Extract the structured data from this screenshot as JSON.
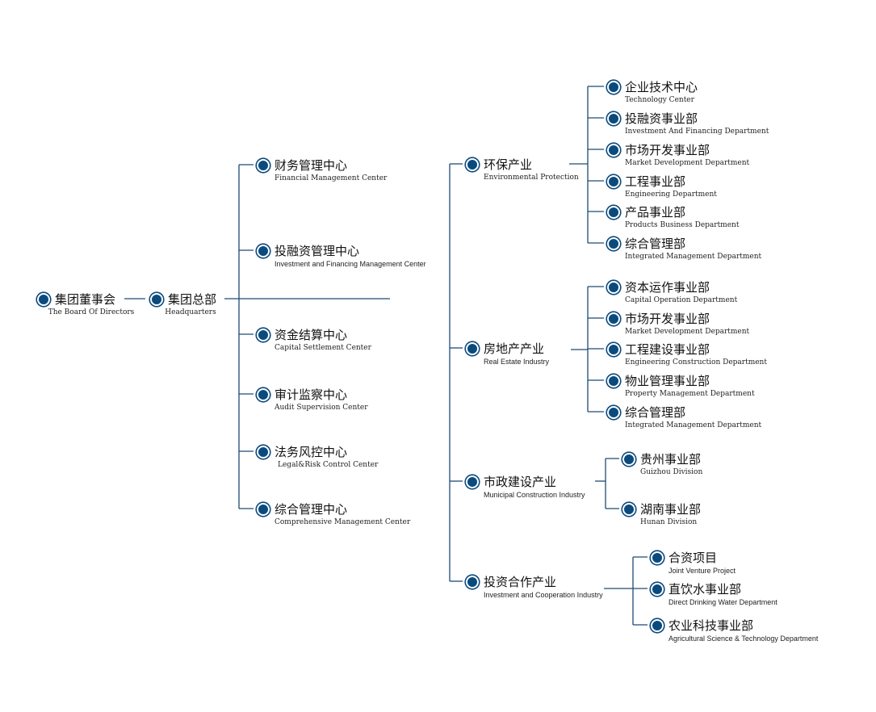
{
  "board": {
    "zh": "集团董事会",
    "en": "The Board Of Directors"
  },
  "hq": {
    "zh": "集团总部",
    "en": "Headquarters"
  },
  "centers": [
    {
      "zh": "财务管理中心",
      "en": "Financial Management Center"
    },
    {
      "zh": "投融资管理中心",
      "en": "Investment and Financing Management Center"
    },
    {
      "zh": "资金结算中心",
      "en": "Capital Settlement Center"
    },
    {
      "zh": "审计监察中心",
      "en": "Audit Supervision Center"
    },
    {
      "zh": "法务风控中心",
      "en": "Legal&Risk Control Center"
    },
    {
      "zh": "综合管理中心",
      "en": "Comprehensive Management Center"
    }
  ],
  "industries": [
    {
      "zh": "环保产业",
      "en": "Environmental Protection"
    },
    {
      "zh": "房地产产业",
      "en": "Real Estate Industry"
    },
    {
      "zh": "市政建设产业",
      "en": "Municipal Construction Industry"
    },
    {
      "zh": "投资合作产业",
      "en": "Investment and Cooperation Industry"
    }
  ],
  "env_depts": [
    {
      "zh": "企业技术中心",
      "en": "Technology Center"
    },
    {
      "zh": "投融资事业部",
      "en": "Investment And Financing Department"
    },
    {
      "zh": "市场开发事业部",
      "en": "Market Development Department"
    },
    {
      "zh": "工程事业部",
      "en": "Engineering Department"
    },
    {
      "zh": "产品事业部",
      "en": "Products Business Department"
    },
    {
      "zh": "综合管理部",
      "en": "Integrated Management Department"
    }
  ],
  "re_depts": [
    {
      "zh": "资本运作事业部",
      "en": "Capital Operation Department"
    },
    {
      "zh": "市场开发事业部",
      "en": "Market Development Department"
    },
    {
      "zh": "工程建设事业部",
      "en": "Engineering Construction Department"
    },
    {
      "zh": "物业管理事业部",
      "en": "Property Management Department"
    },
    {
      "zh": "综合管理部",
      "en": "Integrated Management Department"
    }
  ],
  "muni_depts": [
    {
      "zh": "贵州事业部",
      "en": "Guizhou Division"
    },
    {
      "zh": "湖南事业部",
      "en": "Hunan Division"
    }
  ],
  "inv_depts": [
    {
      "zh": "合资项目",
      "en": "Joint Venture Project"
    },
    {
      "zh": "直饮水事业部",
      "en": "Direct Drinking Water Department"
    },
    {
      "zh": "农业科技事业部",
      "en": "Agricultural Science & Technology Department"
    }
  ],
  "colors": {
    "line": "#1e4a73",
    "dot": "#0b4a7d"
  }
}
